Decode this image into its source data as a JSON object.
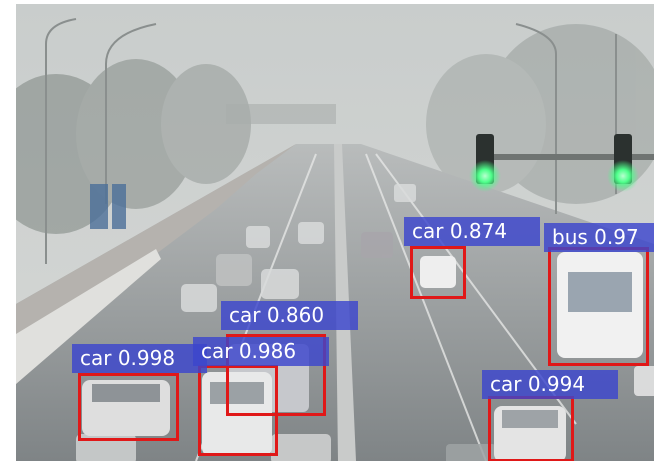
{
  "detections": [
    {
      "label": "car 0.874"
    },
    {
      "label": "bus 0.97"
    },
    {
      "label": "car 0.860"
    },
    {
      "label": "car 0.998"
    },
    {
      "label": "car 0.986"
    },
    {
      "label": "car 0.994"
    }
  ],
  "colors": {
    "box": "#e01818",
    "label_bg": "#3c46cd",
    "label_text": "#ffffff",
    "traffic_light_green": "#4dff8a"
  }
}
